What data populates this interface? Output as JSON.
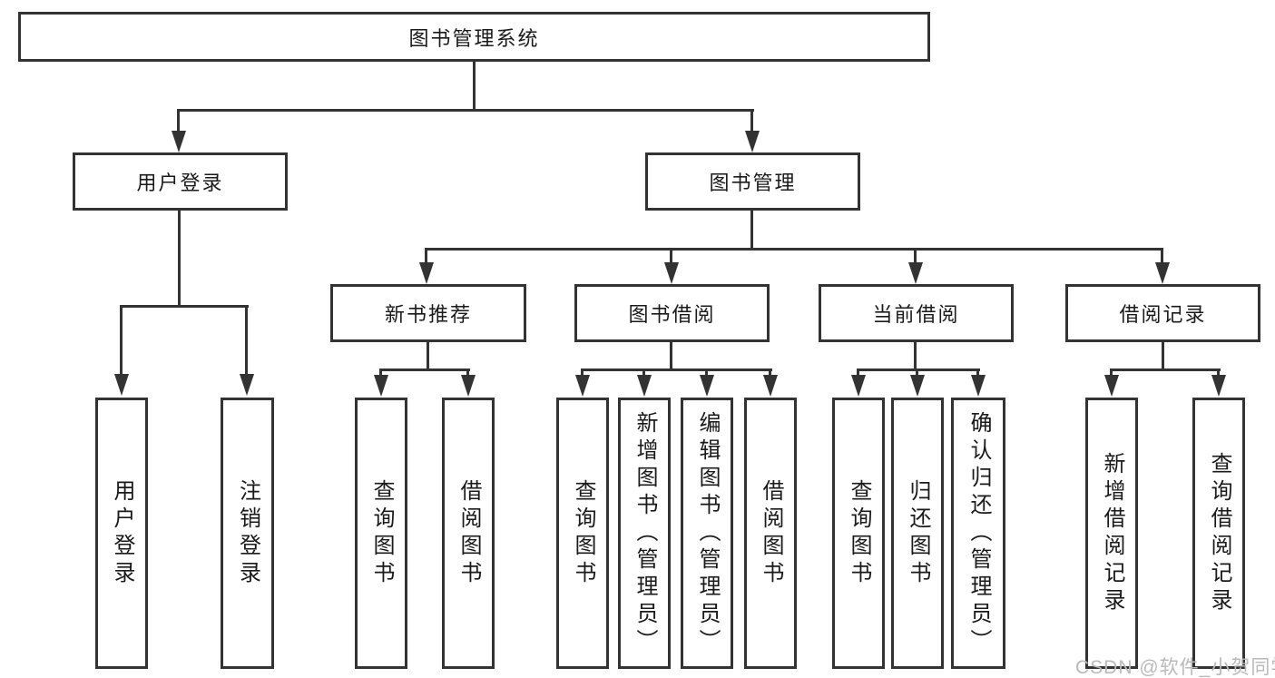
{
  "diagram": {
    "title": "图书管理系统",
    "level2": [
      {
        "label": "用户登录"
      },
      {
        "label": "图书管理"
      }
    ],
    "level3": [
      {
        "label": "新书推荐"
      },
      {
        "label": "图书借阅"
      },
      {
        "label": "当前借阅"
      },
      {
        "label": "借阅记录"
      }
    ],
    "leaves": [
      {
        "label": "用户登录"
      },
      {
        "label": "注销登录"
      },
      {
        "label": "查询图书"
      },
      {
        "label": "借阅图书"
      },
      {
        "label": "查询图书"
      },
      {
        "label": "新增图书（管理员）"
      },
      {
        "label": "编辑图书（管理员）"
      },
      {
        "label": "借阅图书"
      },
      {
        "label": "查询图书"
      },
      {
        "label": "归还图书"
      },
      {
        "label": "确认归还（管理员）"
      },
      {
        "label": "新增借阅记录"
      },
      {
        "label": "查询借阅记录"
      }
    ],
    "watermark": "CSDN @软件_小贺同学",
    "colors": {
      "line": "#333333",
      "text": "#1a1a1a",
      "watermark": "#b9b9b9",
      "background": "#ffffff"
    }
  }
}
